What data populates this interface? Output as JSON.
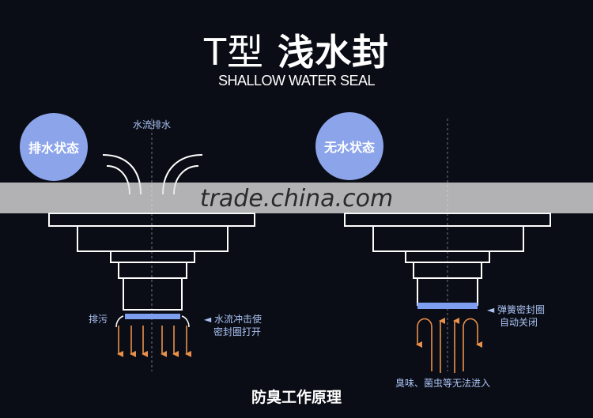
{
  "title": {
    "part_t": "T型",
    "part_main": "浅水封"
  },
  "subtitle": "SHALLOW WATER SEAL",
  "left": {
    "state": "排水状态",
    "flow_label": "水流排水",
    "discharge_label": "排污",
    "note_line1": "◄ 水流冲击使",
    "note_line2": "密封圈打开"
  },
  "right": {
    "state": "无水状态",
    "note_line1": "◄ 弹簧密封圈",
    "note_line2": "自动关闭",
    "bottom_label": "臭味、菌虫等无法进入"
  },
  "watermark": "trade.china.com",
  "bottom_title": "防臭工作原理",
  "colors": {
    "circle": "#8ba4ea",
    "seal": "#7e9ef0",
    "arrow": "#e9904a",
    "label": "#a9c2f2"
  }
}
